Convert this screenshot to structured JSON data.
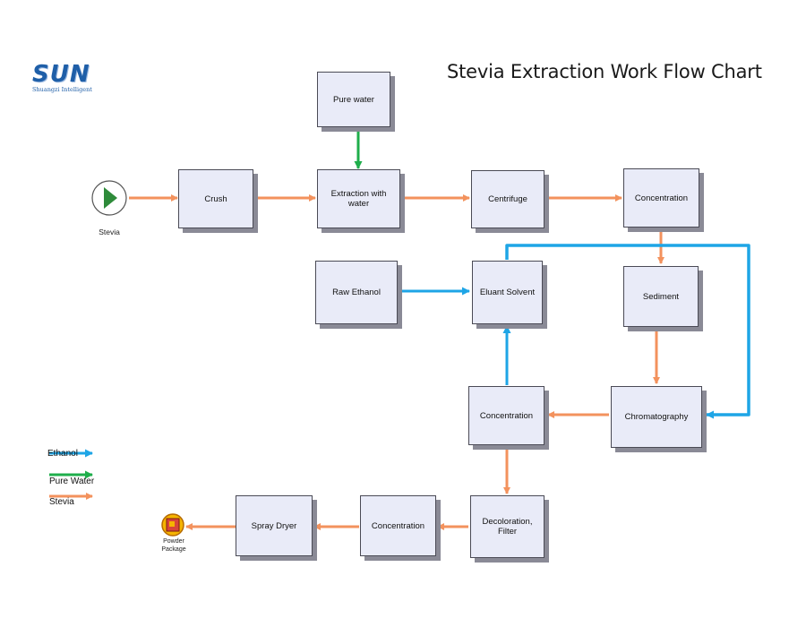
{
  "logo": {
    "main": "SUN",
    "sub": "Shuangzi Intelligent"
  },
  "title": "Stevia Extraction Work Flow Chart",
  "start": {
    "label": "Stevia"
  },
  "end": {
    "label_line1": "Powder",
    "label_line2": "Package"
  },
  "boxes": {
    "pure_water": "Pure water",
    "crush": "Crush",
    "extraction": "Extraction with water",
    "centrifuge": "Centrifuge",
    "concentration1": "Concentration",
    "raw_ethanol": "Raw Ethanol",
    "eluant_solvent": "Eluant Solvent",
    "sediment": "Sediment",
    "concentration2": "Concentration",
    "chromatography": "Chromatography",
    "decoloration": "Decoloration, Filter",
    "concentration3": "Concentration",
    "spray_dryer": "Spray Dryer"
  },
  "legend": [
    {
      "label": "Ethanol",
      "color": "#1ea5e6"
    },
    {
      "label": "Pure Water",
      "color": "#1fae4b"
    },
    {
      "label": "Stevia",
      "color": "#f3925d"
    }
  ],
  "colors": {
    "ethanol": "#1ea5e6",
    "water": "#1fae4b",
    "stevia": "#f3925d"
  }
}
